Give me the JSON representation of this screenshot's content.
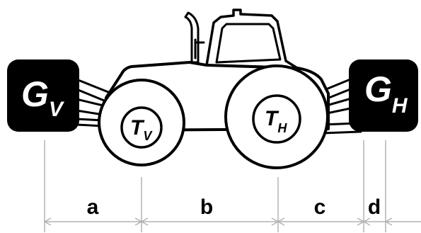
{
  "weights": {
    "front": {
      "symbol": "G",
      "subscript": "V"
    },
    "rear": {
      "symbol": "G",
      "subscript": "H"
    }
  },
  "tires": {
    "front": {
      "symbol": "T",
      "subscript": "V"
    },
    "rear": {
      "symbol": "T",
      "subscript": "H"
    }
  },
  "dimensions": [
    "a",
    "b",
    "c",
    "d"
  ],
  "colors": {
    "ink": "#000000",
    "paper": "#ffffff",
    "dimension_lines": "#b3b3b3"
  }
}
